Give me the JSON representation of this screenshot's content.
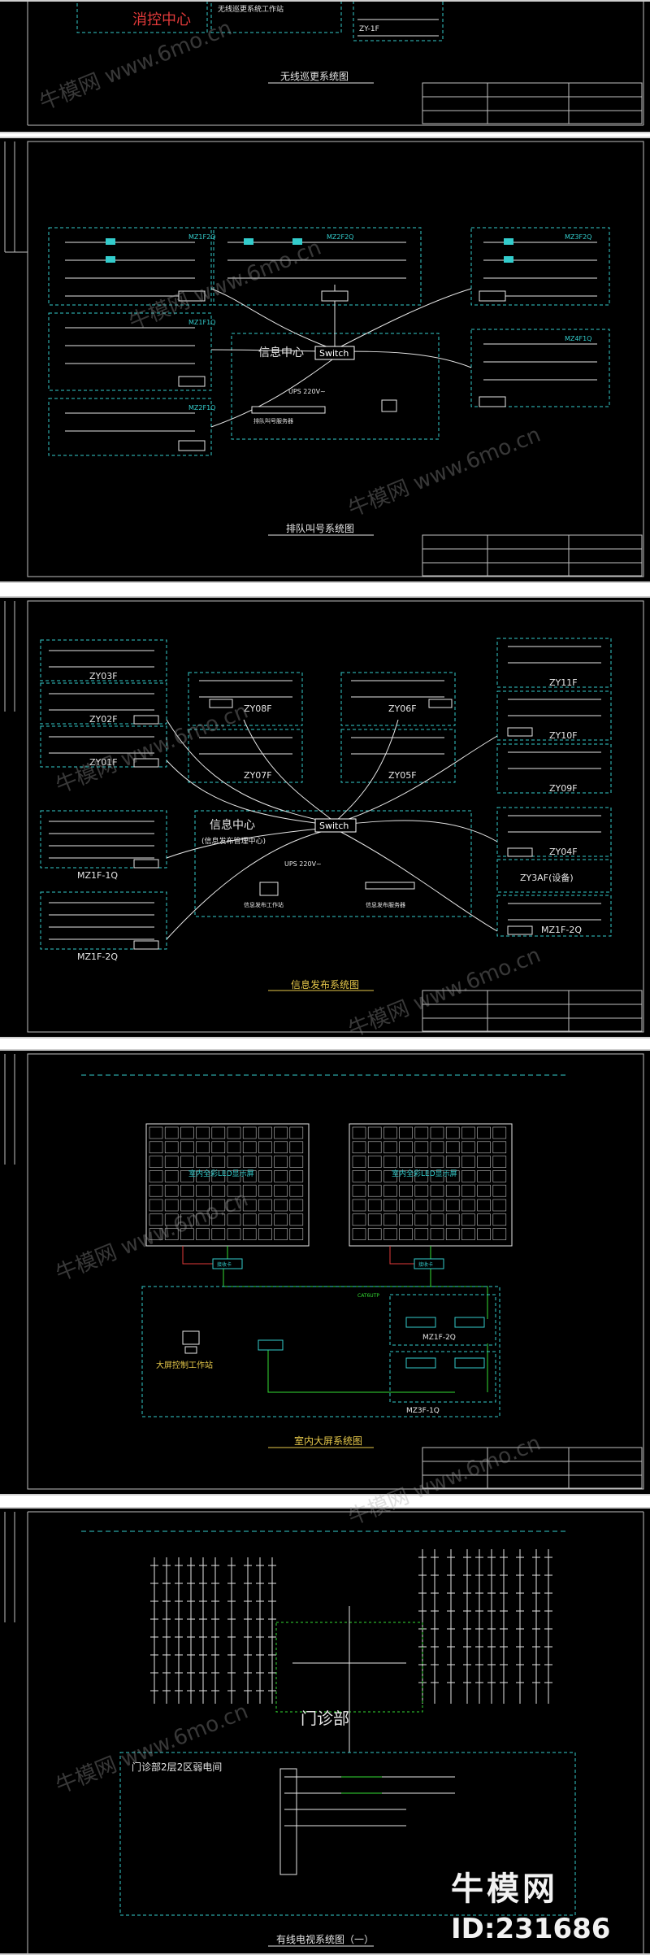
{
  "colors": {
    "cyan": "#33cccc",
    "white": "#e6e6e6",
    "green": "#33dd33",
    "yellow": "#e6c84a",
    "red": "#e23a3a",
    "frame": "#bfbfbf"
  },
  "sheet1": {
    "center_label": "消控中心",
    "workstation_label": "无线巡更系统工作站",
    "side_label": "ZY-1F",
    "title": "无线巡更系统图"
  },
  "sheet2": {
    "title": "排队叫号系统图",
    "center": "信息中心",
    "switch": "Switch",
    "ups": "UPS 220V~",
    "server": "排队叫号服务器",
    "floors": [
      "MZ1F2Q",
      "MZ2F2Q",
      "MZ3F2Q",
      "MZ1F1Q",
      "MZ4F1Q",
      "MZ2F1Q"
    ]
  },
  "sheet3": {
    "title": "信息发布系统图",
    "center": "信息中心",
    "center_sub": "(信息发布管理中心)",
    "switch": "Switch",
    "ups": "UPS 220V~",
    "workstation": "信息发布工作站",
    "server": "信息发布服务器",
    "floors_left": [
      "ZY03F",
      "ZY02F",
      "ZY01F",
      "MZ1F-1Q",
      "MZ1F-2Q"
    ],
    "floors_mid": [
      "ZY08F",
      "ZY06F",
      "ZY07F",
      "ZY05F"
    ],
    "floors_right": [
      "ZY11F",
      "ZY10F",
      "ZY09F",
      "ZY04F",
      "ZY3AF(设备)",
      "MZ1F-2Q"
    ]
  },
  "sheet4": {
    "title": "室内大屏系统图",
    "screen_left": "室内全彩LED显示屏",
    "screen_right": "室内全彩LED显示屏",
    "controller": "接收卡",
    "ws": "大屏控制工作站",
    "box1": "MZ1F-2Q",
    "box2": "MZ3F-1Q",
    "cable": "CAT6UTP"
  },
  "sheet5": {
    "title": "有线电视系统图（一）",
    "dept": "门诊部",
    "zone": "门诊部2层2区弱电间"
  },
  "watermark": {
    "text1": "牛模网",
    "text2": "www.6mo.cn"
  },
  "brand": {
    "name": "牛模网",
    "id": "ID:231686"
  }
}
